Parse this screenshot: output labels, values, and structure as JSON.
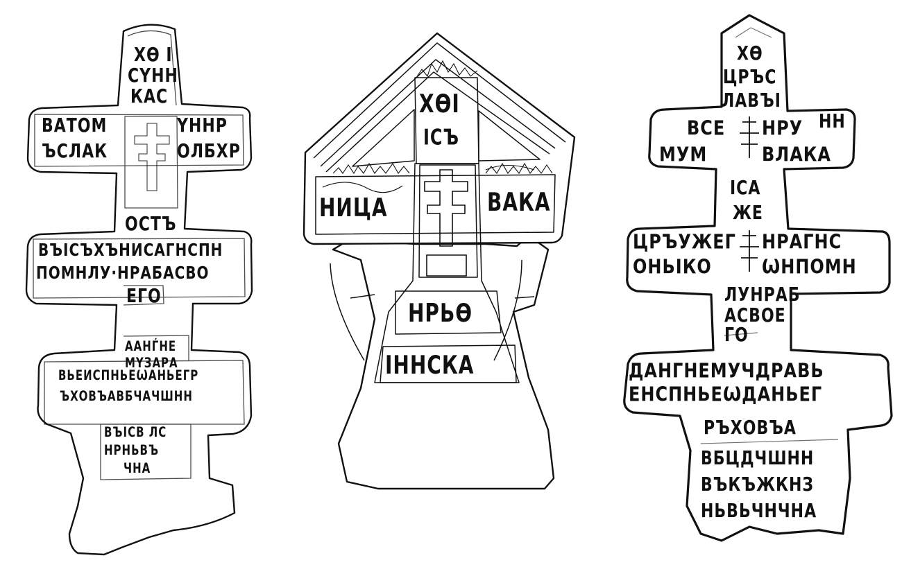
{
  "crosses": [
    {
      "lines": [
        "ХѲ I",
        "СҮНН",
        "КАС",
        "ВАТОМ",
        "ҮННР",
        "ЪСЛАК",
        "ОЛБХР",
        "ОСТЪ",
        "ВЪІСЪХЪНИСАГНСПН",
        "ПОМНЛУ·НРАБАСВО",
        "ЕГО",
        "ААНЃНЕ",
        "МҮЗАРА",
        "ВЬЕИСПНЬЕѠАНЬЕГР",
        "ЪХОВЪАВБЧАЧШНН",
        "ВЪІСВ ЛС",
        "НРНЬВЪ",
        "ЧНА"
      ]
    },
    {
      "lines": [
        "ХѲI",
        "ІСЪ",
        "НИЦА",
        "ВАКА",
        "НРЬѲ",
        "ІННСКА"
      ]
    },
    {
      "lines": [
        "ХѲ",
        "ЦРЪС",
        "ЛАВЪІ",
        "ВСЕ",
        "НРУ",
        "НН",
        "МУМ",
        "ВЛАКА",
        "ІСА",
        "ЖЕ",
        "ЦРЪУЖЕГ",
        "НРАГНС",
        "ОНЬІКО",
        "ѠНПОМН",
        "ЛУНРАБ",
        "АСВОЕ",
        "ГО",
        "ДАНГНЕМУЧДРАВЬ",
        "ЕНСПНЬЕѠДАНЬЕГ",
        "РЪХОВЪА",
        "ВБЦДЧШНН",
        "ВЪКЪЖКНЗ",
        "НЬВЬЧНЧНА"
      ]
    }
  ]
}
